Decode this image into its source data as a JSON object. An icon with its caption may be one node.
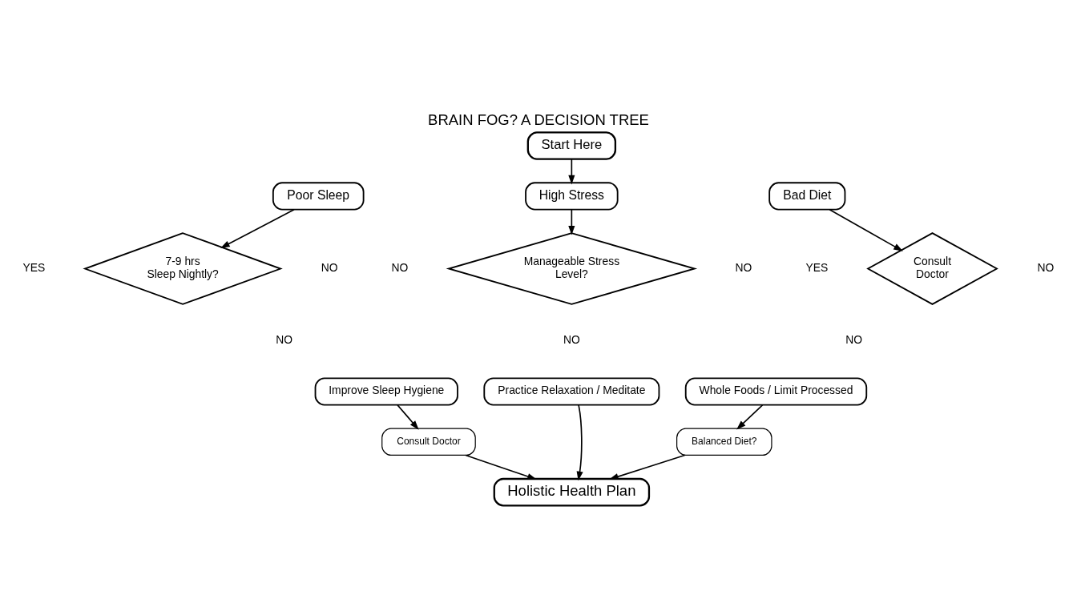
{
  "diagram": {
    "title": "BRAIN FOG? A DECISION TREE",
    "nodes": [
      {
        "text": [
          "Start Here"
        ]
      },
      {
        "text": [
          "Poor Sleep"
        ]
      },
      {
        "text": [
          "High Stress"
        ]
      },
      {
        "text": [
          "Bad Diet"
        ]
      },
      {
        "text": [
          "7-9 hrs Sleep Nightly?"
        ],
        "beside": [
          "YES",
          "NO",
          "NO"
        ]
      },
      {
        "text": [
          "Manageable Stress Level?"
        ],
        "beside": [
          "NO",
          "NO",
          "NO"
        ]
      },
      {
        "text": [
          "Consult Doctor"
        ],
        "beside": [
          "YES",
          "NO",
          "NO"
        ]
      },
      {
        "text": [
          "Improve Sleep Hygiene"
        ]
      },
      {
        "text": [
          "Practice Relaxation / Meditate"
        ]
      },
      {
        "text": [
          "Whole Foods / Limit Processed"
        ]
      },
      {
        "text": [
          "Consult Doctor"
        ]
      },
      {
        "text": [
          "Balanced Diet?"
        ]
      },
      {
        "text": [
          "Holistic Health Plan"
        ]
      }
    ],
    "edges": [
      {
        "from": 0,
        "to": 2,
        "arrow": "to"
      },
      {
        "from": 1,
        "to": 4,
        "arrow": "to"
      },
      {
        "from": 2,
        "to": 5,
        "arrow": "to"
      },
      {
        "from": 3,
        "to": 6,
        "arrow": "to"
      },
      {
        "from": 7,
        "to": 10,
        "arrow": "to"
      },
      {
        "from": 9,
        "to": 11,
        "arrow": "to"
      },
      {
        "from": 10,
        "to": 12,
        "arrow": "to"
      },
      {
        "from": 8,
        "to": 12,
        "arrow": "to"
      },
      {
        "from": 11,
        "to": 12,
        "arrow": "to"
      }
    ]
  }
}
